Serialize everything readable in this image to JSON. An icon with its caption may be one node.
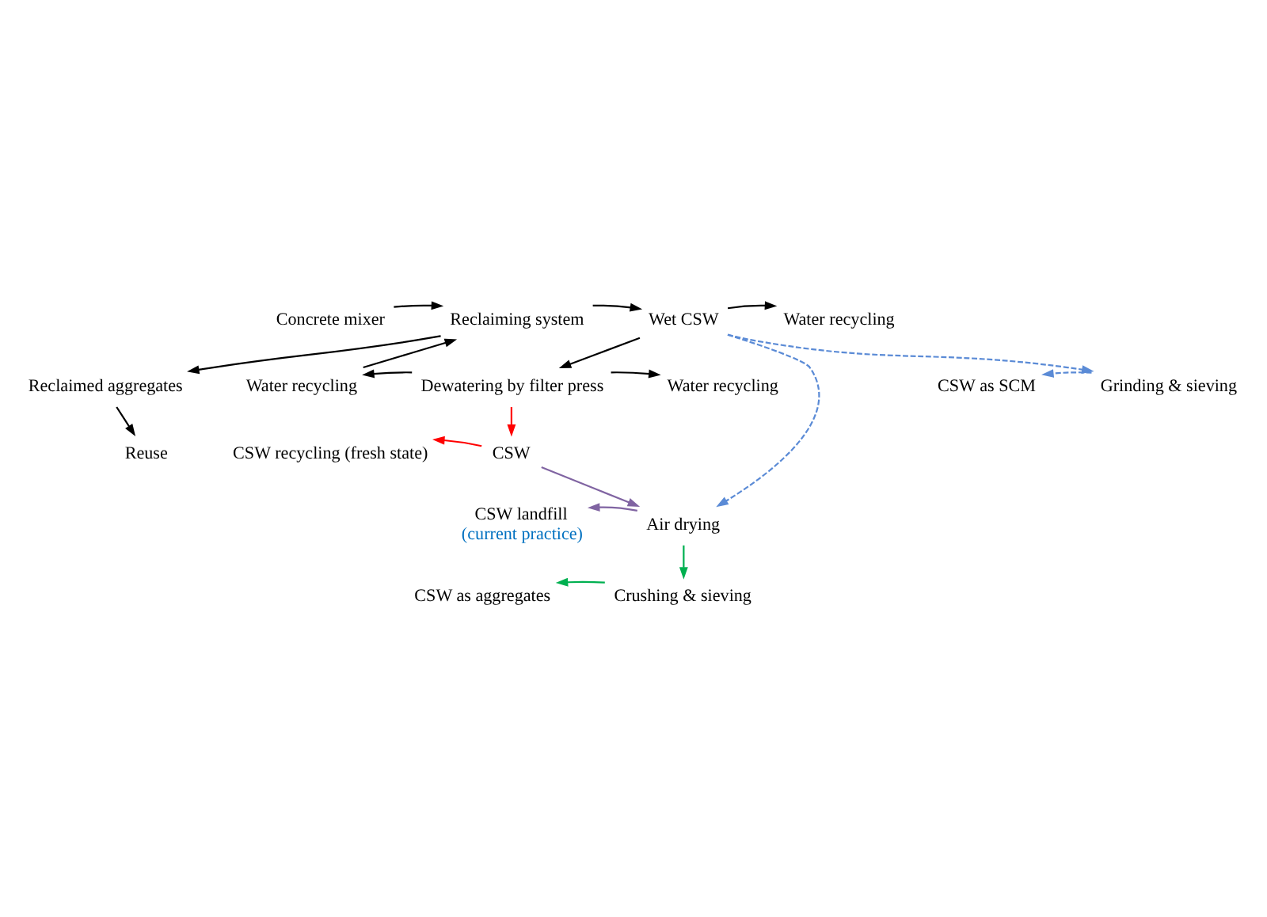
{
  "diagram": {
    "nodes": [
      {
        "text": [
          "Concrete mixer"
        ]
      },
      {
        "text": [
          "Reclaiming system"
        ]
      },
      {
        "text": [
          "Wet CSW"
        ]
      },
      {
        "text": [
          "Water recycling"
        ]
      },
      {
        "text": [
          "Reclaimed aggregates"
        ]
      },
      {
        "text": [
          "Water recycling"
        ]
      },
      {
        "text": [
          "Dewatering by filter press"
        ]
      },
      {
        "text": [
          "Water recycling"
        ]
      },
      {
        "text": [
          "Reuse"
        ]
      },
      {
        "text": [
          "CSW recycling (fresh state)"
        ]
      },
      {
        "text": [
          "CSW"
        ]
      },
      {
        "text": [
          "CSW landfill",
          "(current practice)"
        ]
      },
      {
        "text": [
          "Air drying"
        ]
      },
      {
        "text": [
          "CSW as aggregates"
        ]
      },
      {
        "text": [
          "Crushing & sieving"
        ]
      },
      {
        "text": [
          "CSW as SCM"
        ]
      },
      {
        "text": [
          "Grinding & sieving"
        ]
      }
    ],
    "edges": [
      {
        "from": 0,
        "to": 1,
        "arrow": "to"
      },
      {
        "from": 1,
        "to": 2,
        "arrow": "to"
      },
      {
        "from": 2,
        "to": 3,
        "arrow": "to"
      },
      {
        "from": 1,
        "to": 4,
        "arrow": "to"
      },
      {
        "from": 4,
        "to": 8,
        "arrow": "to"
      },
      {
        "from": 5,
        "to": 1,
        "arrow": "to"
      },
      {
        "from": 2,
        "to": 6,
        "arrow": "to"
      },
      {
        "from": 6,
        "to": 5,
        "arrow": "to"
      },
      {
        "from": 6,
        "to": 7,
        "arrow": "to"
      },
      {
        "from": 6,
        "to": 10,
        "arrow": "to",
        "color": "#ff0000"
      },
      {
        "from": 10,
        "to": 9,
        "arrow": "to",
        "color": "#ff0000"
      },
      {
        "from": 10,
        "to": 12,
        "arrow": "to",
        "color": "#8064a2"
      },
      {
        "from": 12,
        "to": 11,
        "arrow": "to",
        "color": "#8064a2"
      },
      {
        "from": 12,
        "to": 14,
        "arrow": "to",
        "color": "#00b050"
      },
      {
        "from": 14,
        "to": 13,
        "arrow": "to",
        "color": "#00b050"
      },
      {
        "from": 16,
        "to": 15,
        "arrow": "to",
        "style": "dashed",
        "color": "#5b8bd6"
      },
      {
        "from": 2,
        "to": 12,
        "arrow": "to",
        "style": "dashed",
        "color": "#5b8bd6"
      },
      {
        "from": 2,
        "to": 16,
        "arrow": "to",
        "style": "dashed",
        "color": "#5b8bd6"
      }
    ]
  }
}
